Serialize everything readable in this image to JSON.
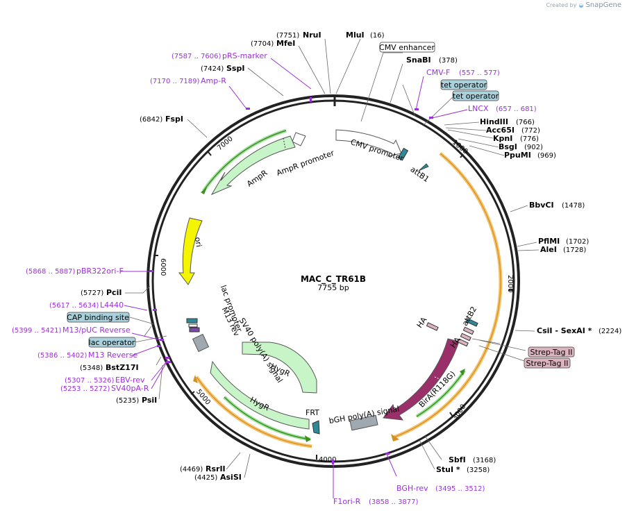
{
  "logo": {
    "created_by": "Created by",
    "brand": "SnapGene"
  },
  "plasmid": {
    "name": "MAC_C_TR61B",
    "length_label": "7755 bp",
    "length": 7755
  },
  "ticks": [
    {
      "bp": 1000,
      "label": "1000"
    },
    {
      "bp": 2000,
      "label": "2000"
    },
    {
      "bp": 3000,
      "label": "3000"
    },
    {
      "bp": 4000,
      "label": "4000"
    },
    {
      "bp": 5000,
      "label": "5000"
    },
    {
      "bp": 6000,
      "label": "6000"
    },
    {
      "bp": 7000,
      "label": "7000"
    }
  ],
  "sites": [
    {
      "name": "NruI",
      "pos": "(7751)"
    },
    {
      "name": "MluI",
      "pos": "(16)"
    },
    {
      "name": "MfeI",
      "pos": "(7704)"
    },
    {
      "name": "SnaBI",
      "pos": "(378)"
    },
    {
      "name": "SspI",
      "pos": "(7424)"
    },
    {
      "name": "FspI",
      "pos": "(6842)"
    },
    {
      "name": "HindIII",
      "pos": "(766)"
    },
    {
      "name": "Acc65I",
      "pos": "(772)"
    },
    {
      "name": "KpnI",
      "pos": "(776)"
    },
    {
      "name": "BsgI",
      "pos": "(902)"
    },
    {
      "name": "PpuMI",
      "pos": "(969)"
    },
    {
      "name": "BbvCI",
      "pos": "(1478)"
    },
    {
      "name": "PflMI",
      "pos": "(1702)"
    },
    {
      "name": "AleI",
      "pos": "(1728)"
    },
    {
      "name": "CsiI  - SexAI *",
      "pos": "(2224)"
    },
    {
      "name": "SbfI",
      "pos": "(3168)"
    },
    {
      "name": "StuI *",
      "pos": "(3258)"
    },
    {
      "name": "PciI",
      "pos": "(5727)"
    },
    {
      "name": "BstZ17I",
      "pos": "(5348)"
    },
    {
      "name": "PsiI",
      "pos": "(5235)"
    },
    {
      "name": "RsrII",
      "pos": "(4469)"
    },
    {
      "name": "AsiSI",
      "pos": "(4425)"
    }
  ],
  "primers": [
    {
      "name": "pRS-marker",
      "pos": "(7587 .. 7606)"
    },
    {
      "name": "Amp-R",
      "pos": "(7170 .. 7189)"
    },
    {
      "name": "CMV-F",
      "pos": "(557 .. 577)"
    },
    {
      "name": "LNCX",
      "pos": "(657 .. 681)"
    },
    {
      "name": "pBR322ori-F",
      "pos": "(5868 .. 5887)"
    },
    {
      "name": "L4440",
      "pos": "(5617 .. 5634)"
    },
    {
      "name": "M13/pUC Reverse",
      "pos": "(5399 .. 5421)"
    },
    {
      "name": "M13 Reverse",
      "pos": "(5386 .. 5402)"
    },
    {
      "name": "EBV-rev",
      "pos": "(5307 .. 5326)"
    },
    {
      "name": "SV40pA-R",
      "pos": "(5253 .. 5272)"
    },
    {
      "name": "BGH-rev",
      "pos": "(3495 .. 3512)"
    },
    {
      "name": "F1ori-R",
      "pos": "(3858 .. 3877)"
    }
  ],
  "boxed_features": [
    {
      "name": "CMV enhancer"
    },
    {
      "name": "tet operator"
    },
    {
      "name": "tet operator"
    },
    {
      "name": "CAP binding site"
    },
    {
      "name": "lac operator"
    },
    {
      "name": "Strep-Tag II"
    },
    {
      "name": "Strep-Tag II"
    }
  ],
  "features": [
    {
      "name": "AmpR promoter"
    },
    {
      "name": "AmpR"
    },
    {
      "name": "CMV promoter"
    },
    {
      "name": "attB1"
    },
    {
      "name": "ori"
    },
    {
      "name": "lac promoter"
    },
    {
      "name": "M13 rev"
    },
    {
      "name": "SV40 poly(A) signal"
    },
    {
      "name": "HygR"
    },
    {
      "name": "HygR"
    },
    {
      "name": "FRT"
    },
    {
      "name": "bGH poly(A) signal"
    },
    {
      "name": "BirA(R118G)"
    },
    {
      "name": "HA"
    },
    {
      "name": "HA"
    },
    {
      "name": "attB2"
    }
  ],
  "colors": {
    "backbone": "#222222",
    "primer": "#9b30d9",
    "ampr_fill": "#c8f5c8",
    "ori_fill": "#f5f500",
    "bira_fill": "#9b2f6a",
    "orf_orange": "#f5c06a",
    "orf_green": "#3f8f1f",
    "box_blue": "#a9d2dc",
    "box_pink": "#dcb4c0",
    "att_teal": "#2e8a97",
    "polya_gray": "#a0a8b0"
  }
}
